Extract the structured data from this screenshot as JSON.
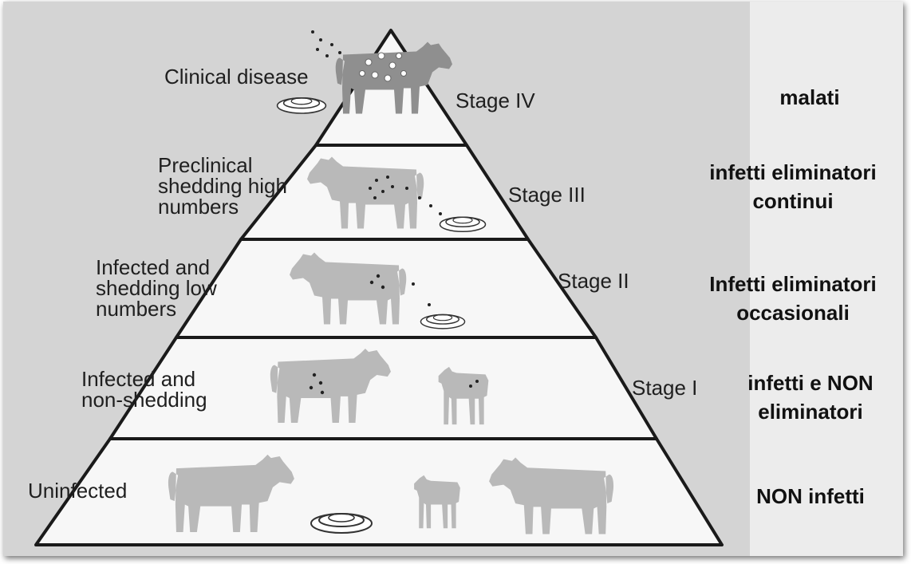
{
  "colors": {
    "frame_background": "#d4d4d4",
    "right_panel_background": "#ececec",
    "pyramid_fill": "#f7f7f7",
    "pyramid_stroke": "#1a1a1a",
    "cow_fill": "#b9b9b9",
    "clinical_cow_fill": "#8f8f8f",
    "spot_color": "#222222",
    "dung_stroke": "#333333"
  },
  "tiers": [
    {
      "id": "clinical",
      "english_label": "Clinical disease",
      "stage_label": "Stage IV",
      "italian_label": "malati",
      "icons": [
        "cow-icon",
        "dung-icon",
        "spots-icon"
      ]
    },
    {
      "id": "preclinical",
      "english_label": "Preclinical\nshedding high\nnumbers",
      "stage_label": "Stage III",
      "italian_label": "infetti eliminatori\ncontinui",
      "icons": [
        "cow-icon",
        "dung-icon"
      ]
    },
    {
      "id": "low-shedding",
      "english_label": "Infected and\nshedding low\nnumbers",
      "stage_label": "Stage II",
      "italian_label": "Infetti eliminatori\noccasionali",
      "icons": [
        "cow-icon",
        "dung-icon"
      ]
    },
    {
      "id": "non-shedding",
      "english_label": "Infected and\nnon-shedding",
      "stage_label": "Stage I",
      "italian_label": "infetti e NON\neliminatori",
      "icons": [
        "cow-icon",
        "calf-icon"
      ]
    },
    {
      "id": "uninfected",
      "english_label": "Uninfected",
      "stage_label": "",
      "italian_label": "NON infetti",
      "icons": [
        "cow-icon",
        "calf-icon",
        "cow-icon",
        "dung-icon"
      ]
    }
  ]
}
